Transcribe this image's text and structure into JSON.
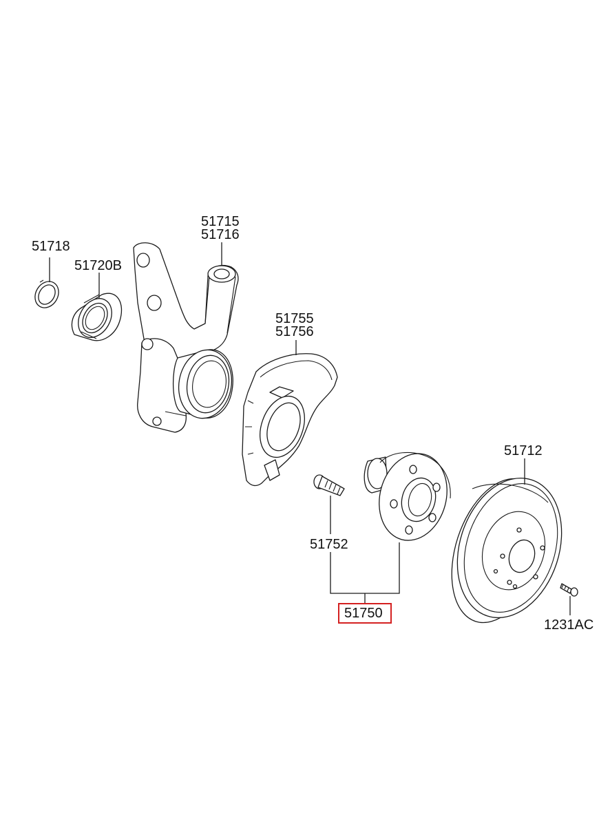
{
  "labels": {
    "p51718": "51718",
    "p51720b": "51720B",
    "p51715": "51715",
    "p51716": "51716",
    "p51755": "51755",
    "p51756": "51756",
    "p51712": "51712",
    "p51752": "51752",
    "p51750": "51750",
    "p1231ac": "1231AC"
  },
  "highlight_color": "#d42020"
}
